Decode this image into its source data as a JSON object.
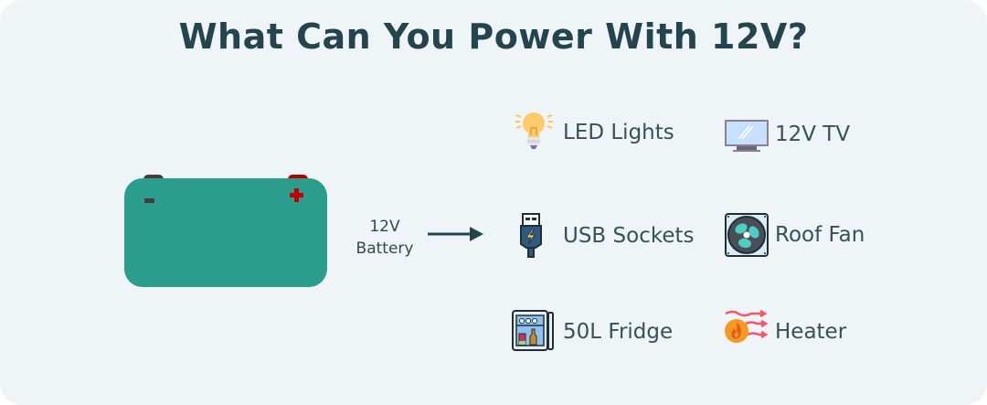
{
  "title": "What Can You Power With 12V?",
  "battery": {
    "label_line1": "12V",
    "label_line2": "Battery",
    "color": "#2a9d8c",
    "negative_symbol": "-",
    "positive_symbol": "+"
  },
  "devices": [
    {
      "label": "LED Lights",
      "icon": "lightbulb-icon"
    },
    {
      "label": "12V TV",
      "icon": "tv-icon"
    },
    {
      "label": "USB Sockets",
      "icon": "usb-icon"
    },
    {
      "label": "Roof Fan",
      "icon": "fan-icon"
    },
    {
      "label": "50L Fridge",
      "icon": "fridge-icon"
    },
    {
      "label": "Heater",
      "icon": "heater-icon"
    }
  ],
  "colors": {
    "background": "#eff4f7",
    "text": "#24444f",
    "accent": "#2a9d8c"
  }
}
